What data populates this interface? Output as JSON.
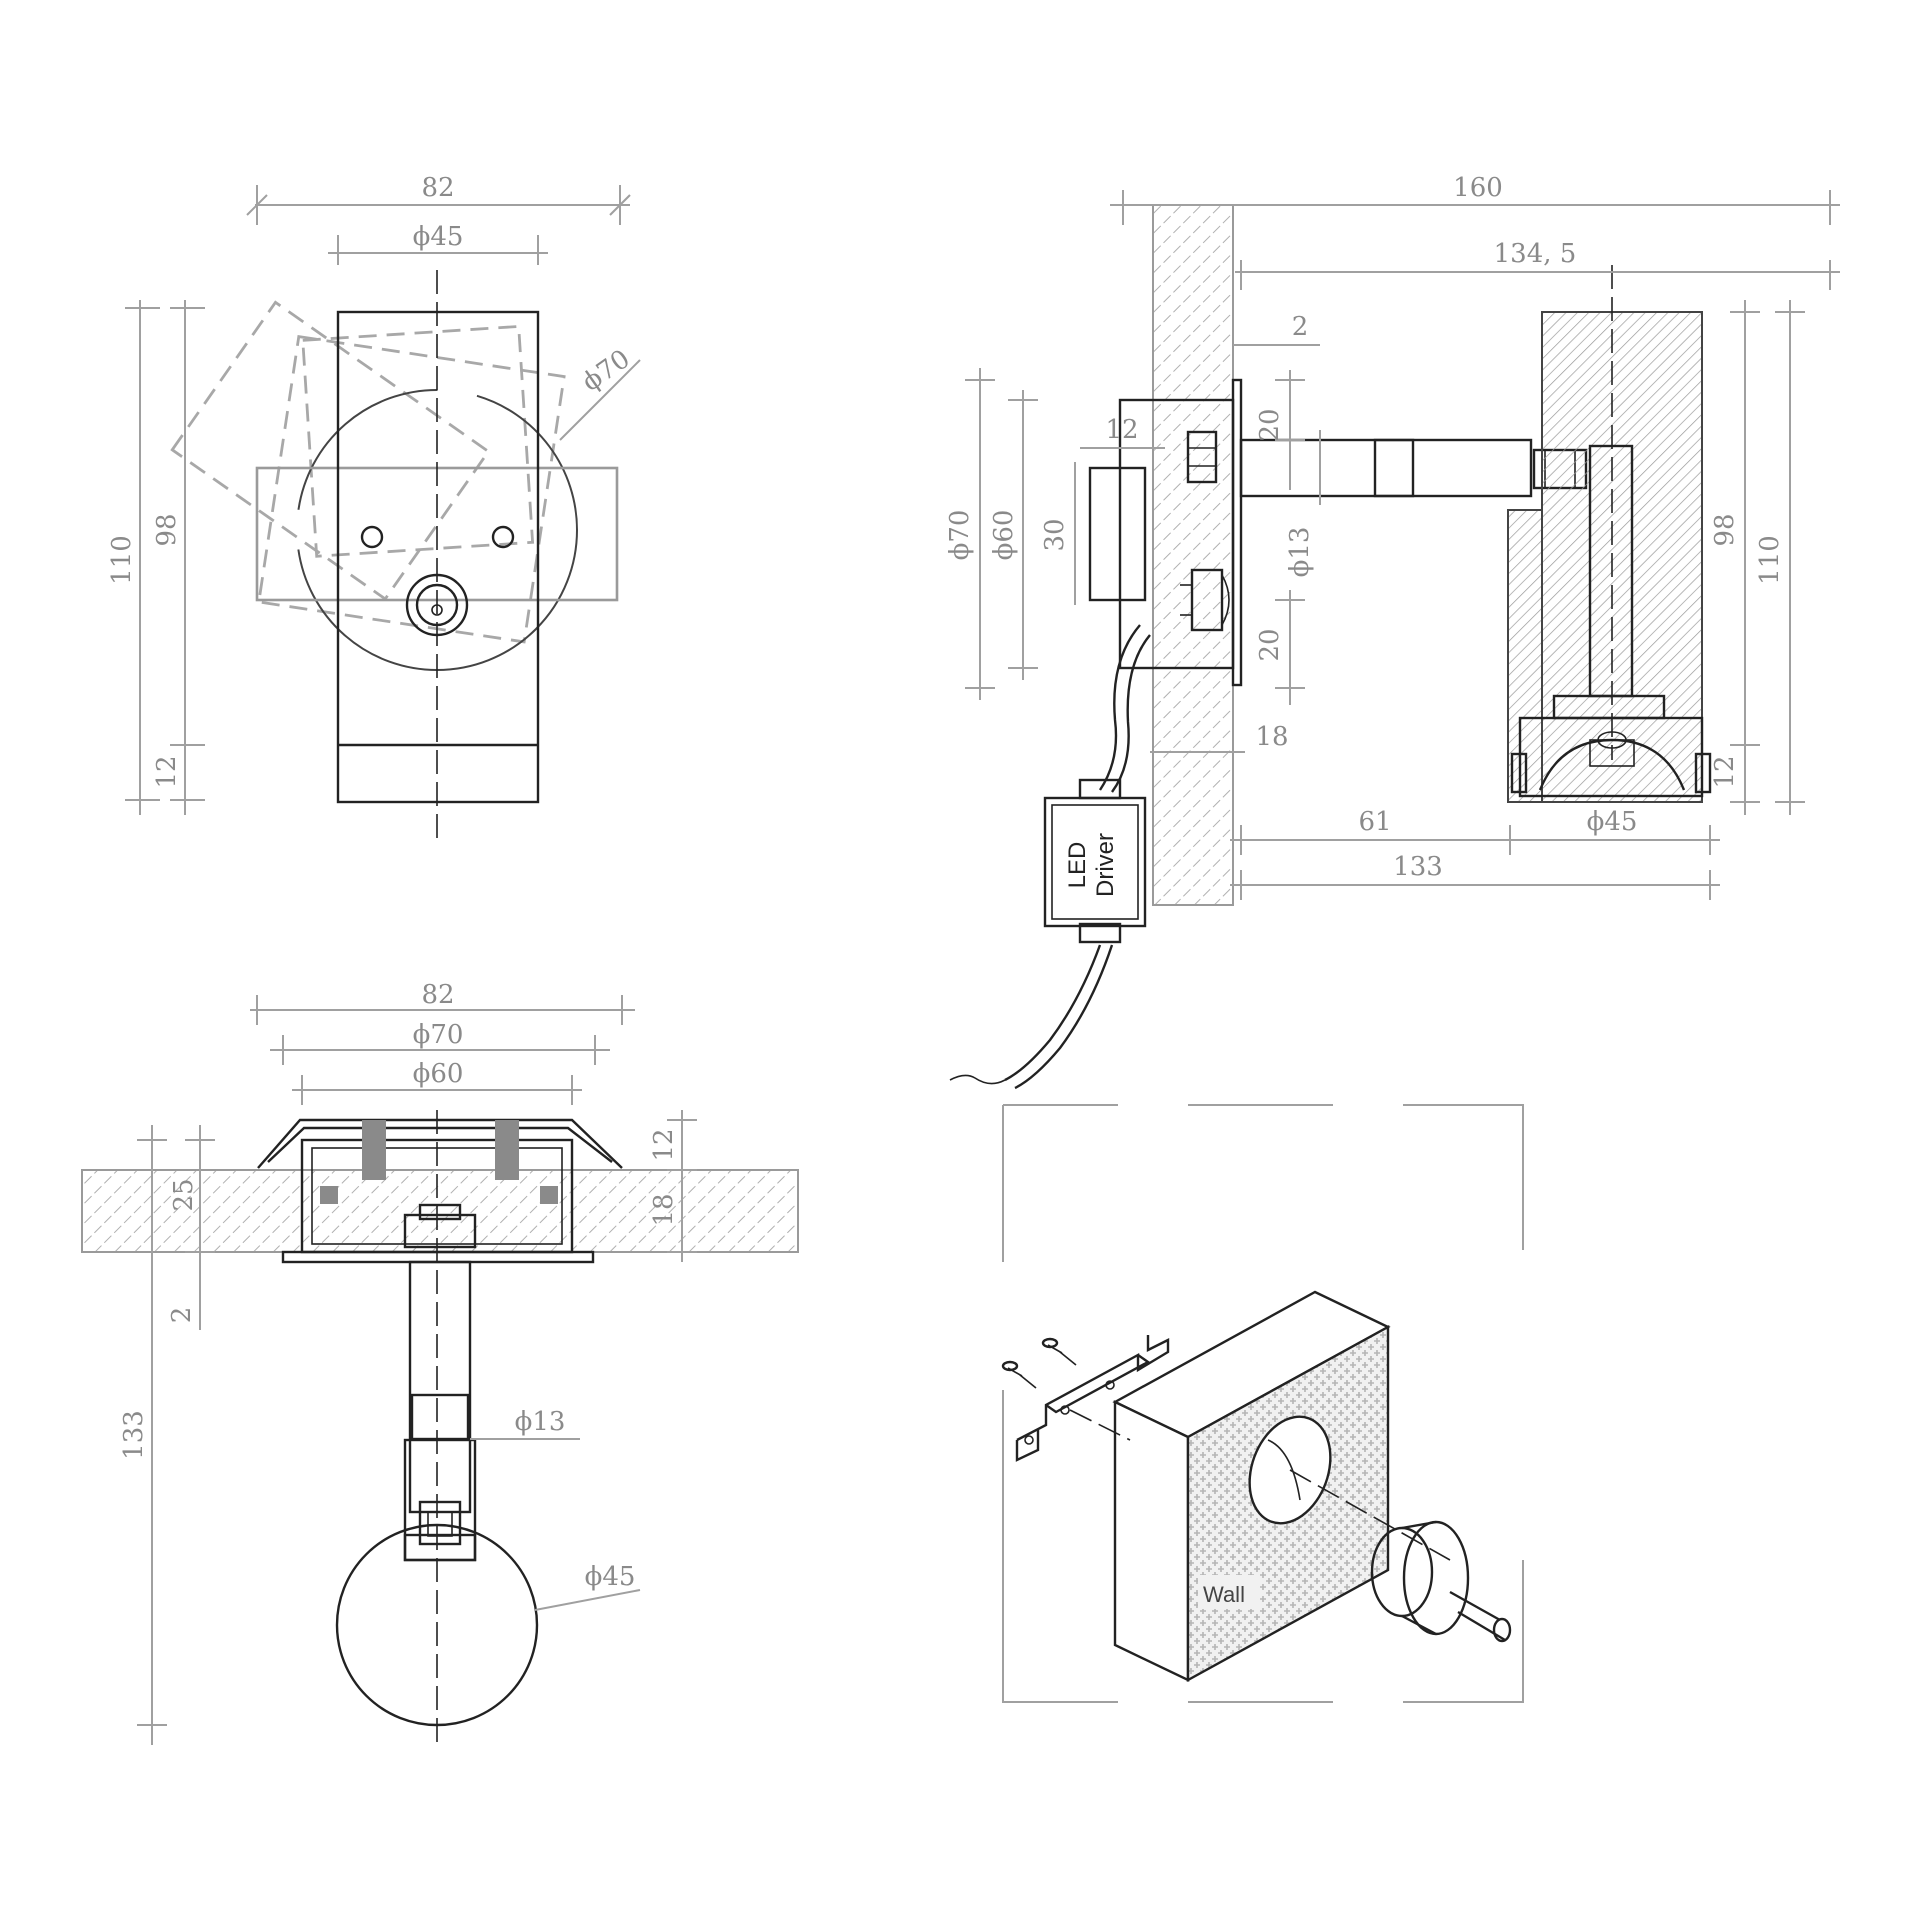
{
  "views": {
    "front": {
      "dims": {
        "width": "82",
        "head_dia": "ϕ45",
        "rot_dia": "ϕ70",
        "h110": "110",
        "h98": "98",
        "h12": "12"
      }
    },
    "side": {
      "dims": {
        "total": "160",
        "proj": "134, 5",
        "plate": "2",
        "box_w": "12",
        "box_h": "30",
        "dia70": "ϕ70",
        "dia60": "ϕ60",
        "s20a": "20",
        "s20b": "20",
        "rod": "ϕ13",
        "wall": "18",
        "h98": "98",
        "h110": "110",
        "h12": "12",
        "d61": "61",
        "head": "ϕ45",
        "d133": "133"
      },
      "driver_line1": "LED",
      "driver_line2": "Driver"
    },
    "top": {
      "dims": {
        "w82": "82",
        "d70": "ϕ70",
        "d60": "ϕ60",
        "t25": "25",
        "t12": "12",
        "t18": "18",
        "t2": "2",
        "len133": "133",
        "rod": "ϕ13",
        "head": "ϕ45"
      }
    },
    "iso": {
      "wall_label": "Wall"
    }
  }
}
